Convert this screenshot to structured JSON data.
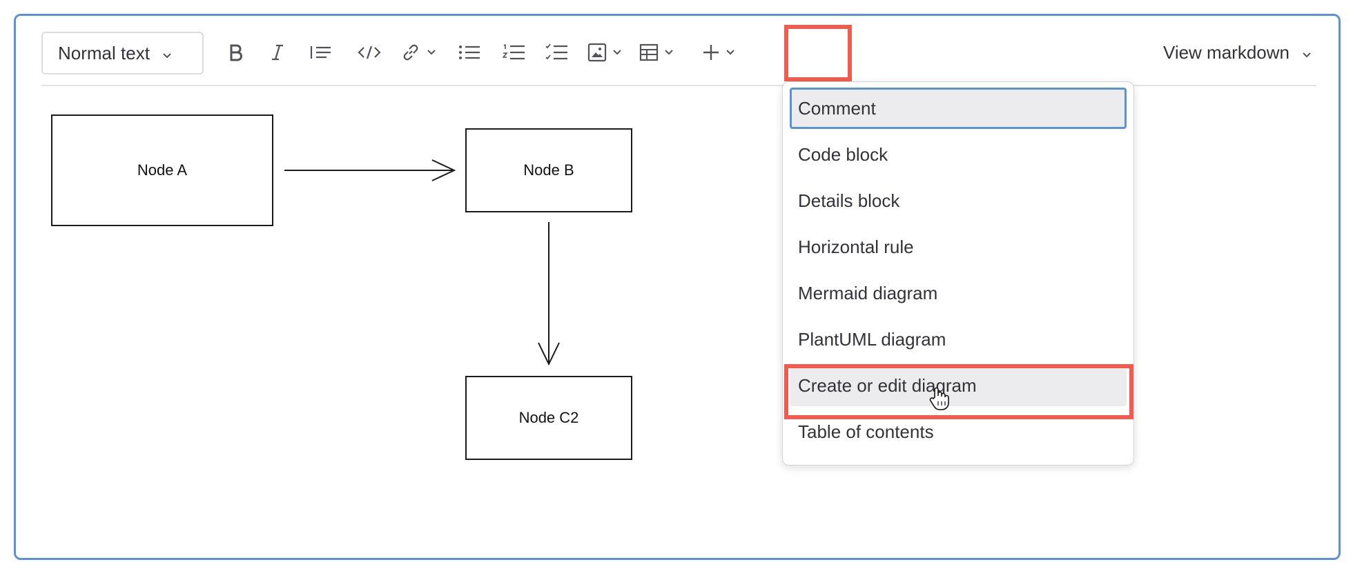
{
  "toolbar": {
    "text_style": "Normal text",
    "buttons": [
      {
        "name": "bold",
        "icon": "bold-icon"
      },
      {
        "name": "italic",
        "icon": "italic-icon"
      },
      {
        "name": "blockquote",
        "icon": "blockquote-icon"
      },
      {
        "name": "code",
        "icon": "code-icon"
      },
      {
        "name": "link",
        "icon": "link-icon"
      },
      {
        "name": "bullet-list",
        "icon": "bullet-list-icon"
      },
      {
        "name": "numbered-list",
        "icon": "numbered-list-icon"
      },
      {
        "name": "task-list",
        "icon": "task-list-icon"
      },
      {
        "name": "image",
        "icon": "image-icon"
      },
      {
        "name": "table",
        "icon": "table-icon"
      },
      {
        "name": "insert-more",
        "icon": "plus-icon"
      }
    ],
    "view_markdown": "View markdown"
  },
  "diagram": {
    "nodes": {
      "a": "Node A",
      "b": "Node B",
      "c2": "Node C2"
    }
  },
  "insert_menu": {
    "items": [
      {
        "label": "Comment",
        "state": "focused"
      },
      {
        "label": "Code block",
        "state": "normal"
      },
      {
        "label": "Details block",
        "state": "normal"
      },
      {
        "label": "Horizontal rule",
        "state": "normal"
      },
      {
        "label": "Mermaid diagram",
        "state": "normal"
      },
      {
        "label": "PlantUML diagram",
        "state": "normal"
      },
      {
        "label": "Create or edit diagram",
        "state": "hover"
      },
      {
        "label": "Table of contents",
        "state": "normal"
      }
    ]
  },
  "colors": {
    "frame_border": "#5a93d3",
    "highlight": "#f05d4f",
    "menu_hover": "#ececef"
  }
}
